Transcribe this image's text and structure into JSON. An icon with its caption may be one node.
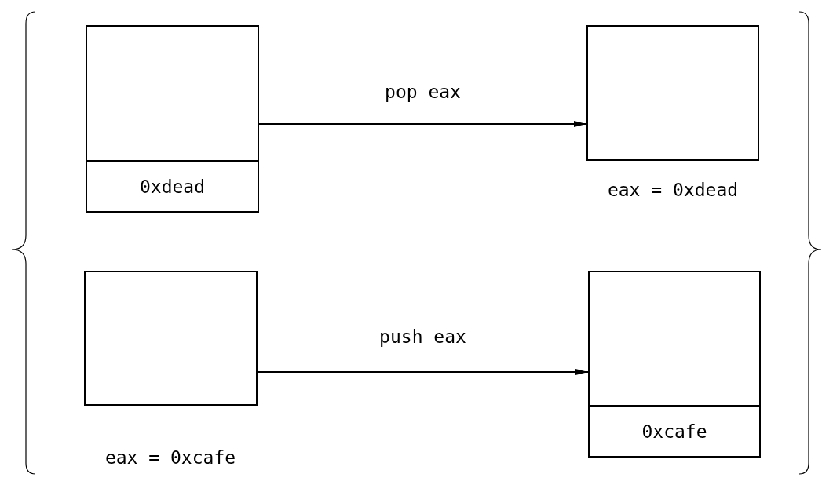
{
  "diagram": {
    "nodes": [
      {
        "text": [],
        "shape": "box"
      },
      {
        "text": [
          "0xdead"
        ],
        "in": 0
      },
      {
        "text": [],
        "shape": "box",
        "beside": [
          "eax = 0xdead"
        ]
      },
      {
        "text": [],
        "shape": "box",
        "beside": [
          "eax = 0xcafe"
        ]
      },
      {
        "text": [],
        "shape": "box"
      },
      {
        "text": [
          "0xcafe"
        ],
        "in": 4
      }
    ],
    "edges": [
      {
        "from": 0,
        "to": 2,
        "arrow": "to",
        "label": "pop eax"
      },
      {
        "from": 3,
        "to": 4,
        "arrow": "to",
        "label": "push eax"
      }
    ]
  }
}
